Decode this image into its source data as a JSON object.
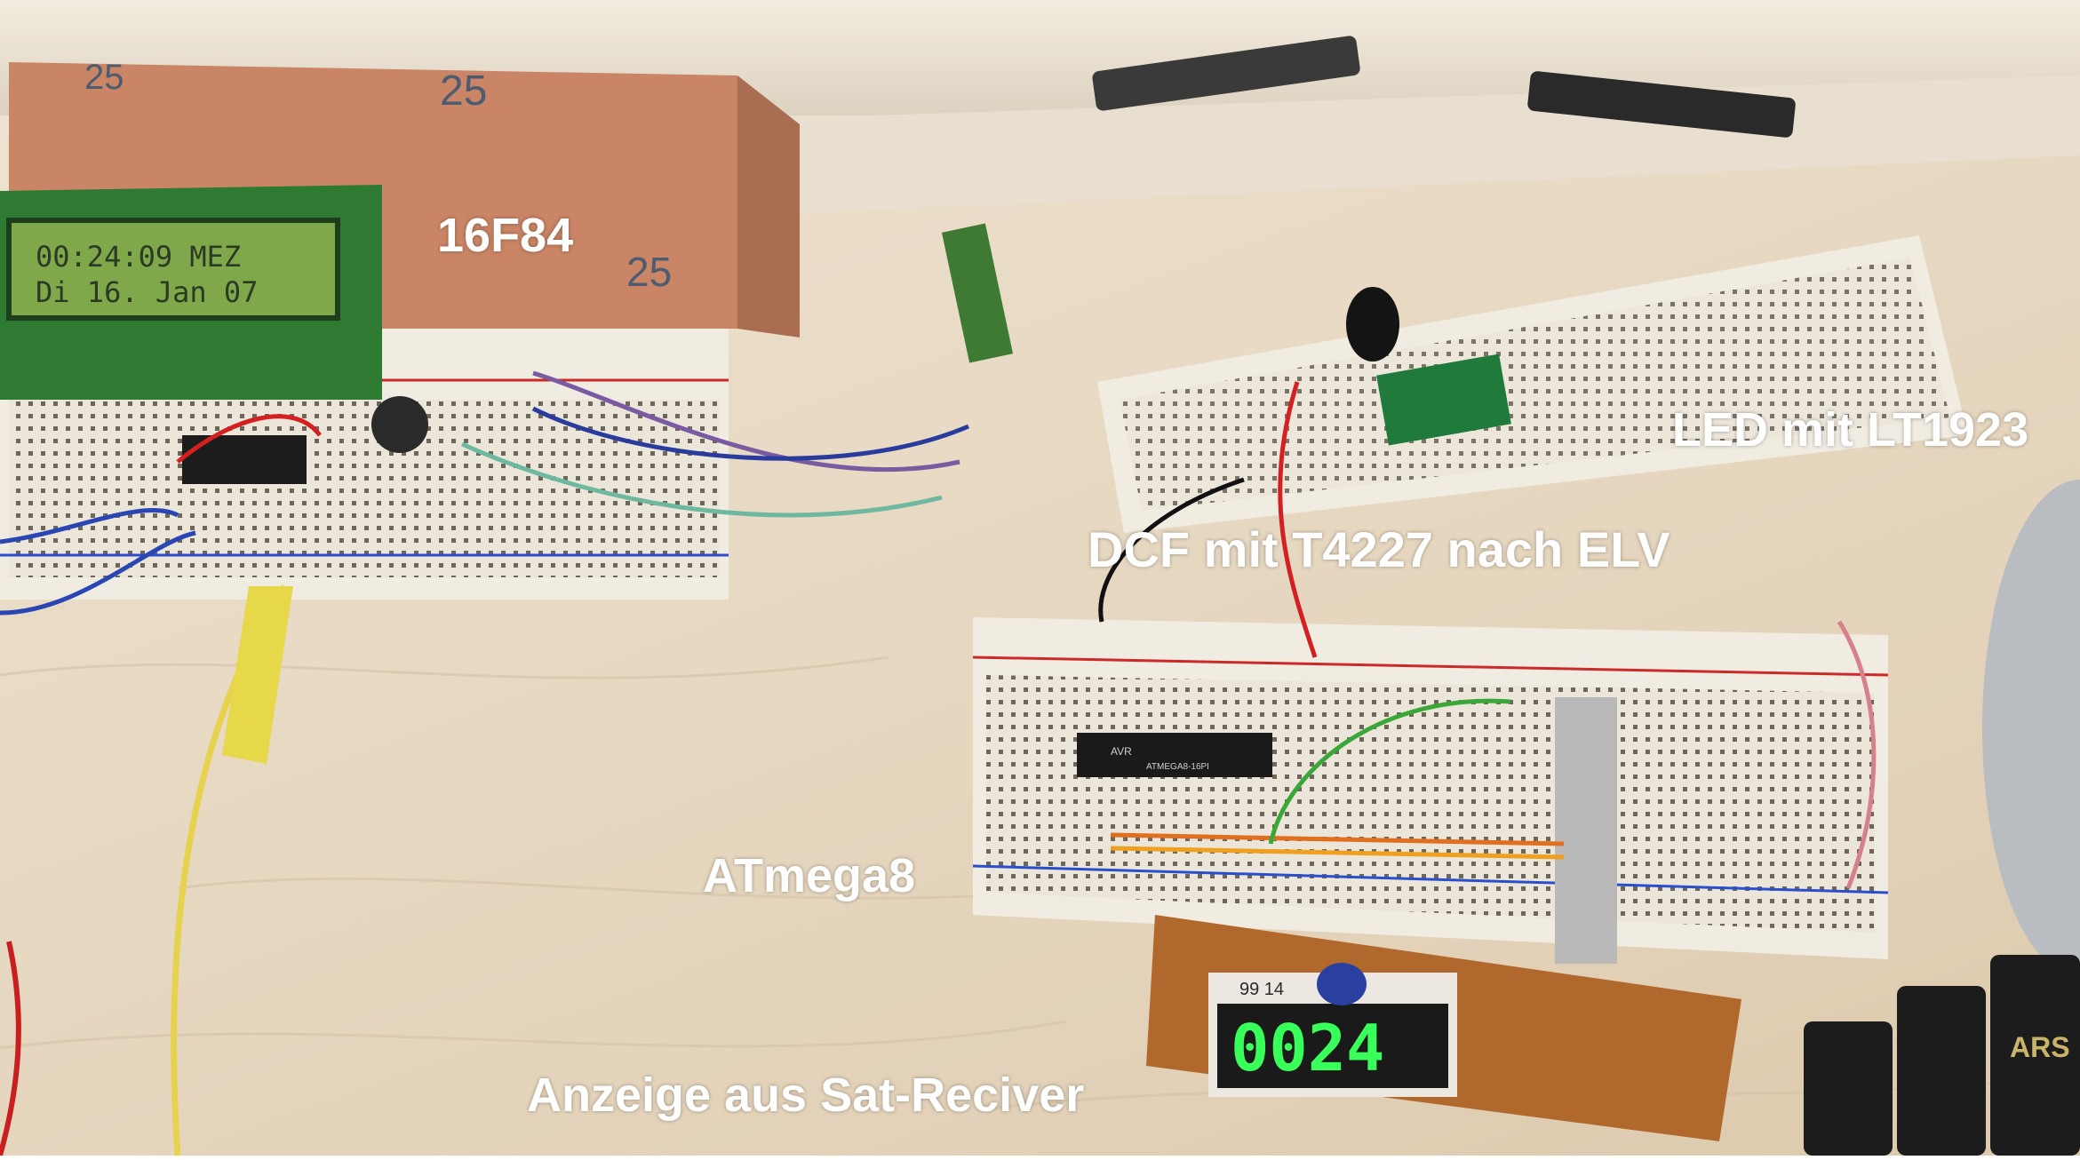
{
  "labels": {
    "pic": "16F84",
    "dcf": "DCF mit T4227 nach ELV",
    "led": "LED mit LT1923",
    "avr": "ATmega8",
    "display_src": "Anzeige aus Sat-Reciver"
  },
  "lcd": {
    "line1": "00:24:09 MEZ",
    "line2": "Di 16. Jan 07"
  },
  "pcb_marks": {
    "mark_a": "25",
    "mark_b": "25",
    "mark_c": "25"
  },
  "seven_segment": {
    "digits": "0024",
    "label": "99 14"
  },
  "chip": {
    "brand": "AVR",
    "part": "ATMEGA8-16PI"
  },
  "battery": {
    "brand": "ARS"
  },
  "colors": {
    "lcd_green": "#7fa84a",
    "segment_green": "#39ff5a",
    "pcb_copper": "#c98565"
  }
}
